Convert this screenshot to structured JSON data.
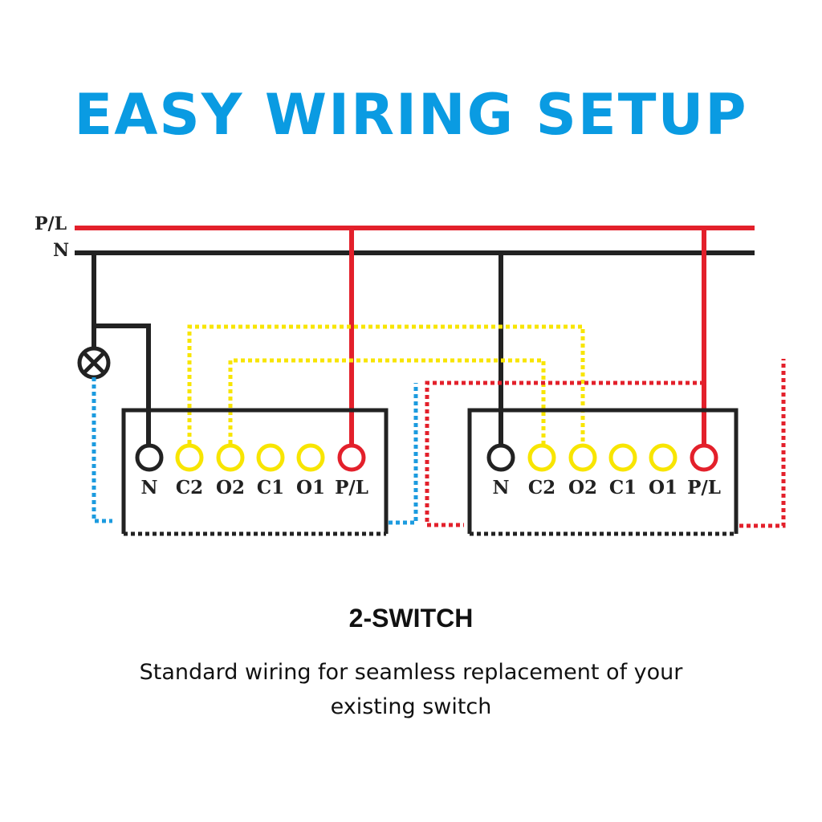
{
  "title": "EASY WIRING SETUP",
  "rails": {
    "live_label": "P/L",
    "neutral_label": "N"
  },
  "switches": [
    {
      "terminals": [
        "N",
        "C2",
        "O2",
        "C1",
        "O1",
        "P/L"
      ]
    },
    {
      "terminals": [
        "N",
        "C2",
        "O2",
        "C1",
        "O1",
        "P/L"
      ]
    }
  ],
  "subtitle": "2-SWITCH",
  "description_line1": "Standard wiring for seamless replacement of your",
  "description_line2": "existing switch",
  "colors": {
    "title": "#0a9be2",
    "live": "#e3202b",
    "neutral": "#222222",
    "control": "#f8e500",
    "load": "#1c9bdf"
  },
  "icons": [
    "lamp-icon"
  ]
}
